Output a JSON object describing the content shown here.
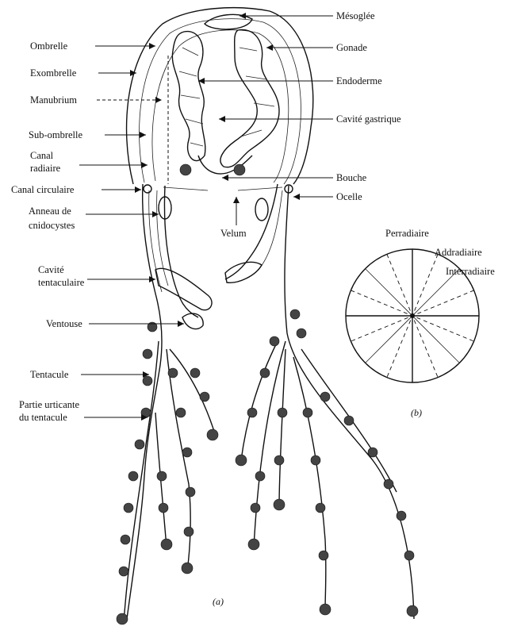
{
  "figure": {
    "labels_left": [
      "Ombrelle",
      "Exombrelle",
      "Manubrium",
      "Sub-ombrelle",
      "Canal",
      "radiaire",
      "Canal circulaire",
      "Anneau de",
      "cnidocystes",
      "Cavité",
      "tentaculaire",
      "Ventouse",
      "Tentacule",
      "Partie urticante",
      "du tentacule"
    ],
    "labels_right": [
      "Mésoglée",
      "Gonade",
      "Endoderme",
      "Cavité gastrique",
      "Bouche",
      "Ocelle"
    ],
    "label_velum": "Velum",
    "symmetry_labels": [
      "Perradiaire",
      "Addradiaire",
      "Interradiaire"
    ],
    "caption_a": "(a)",
    "caption_b": "(b)"
  },
  "colors": {
    "ink": "#111111",
    "background": "#ffffff"
  }
}
